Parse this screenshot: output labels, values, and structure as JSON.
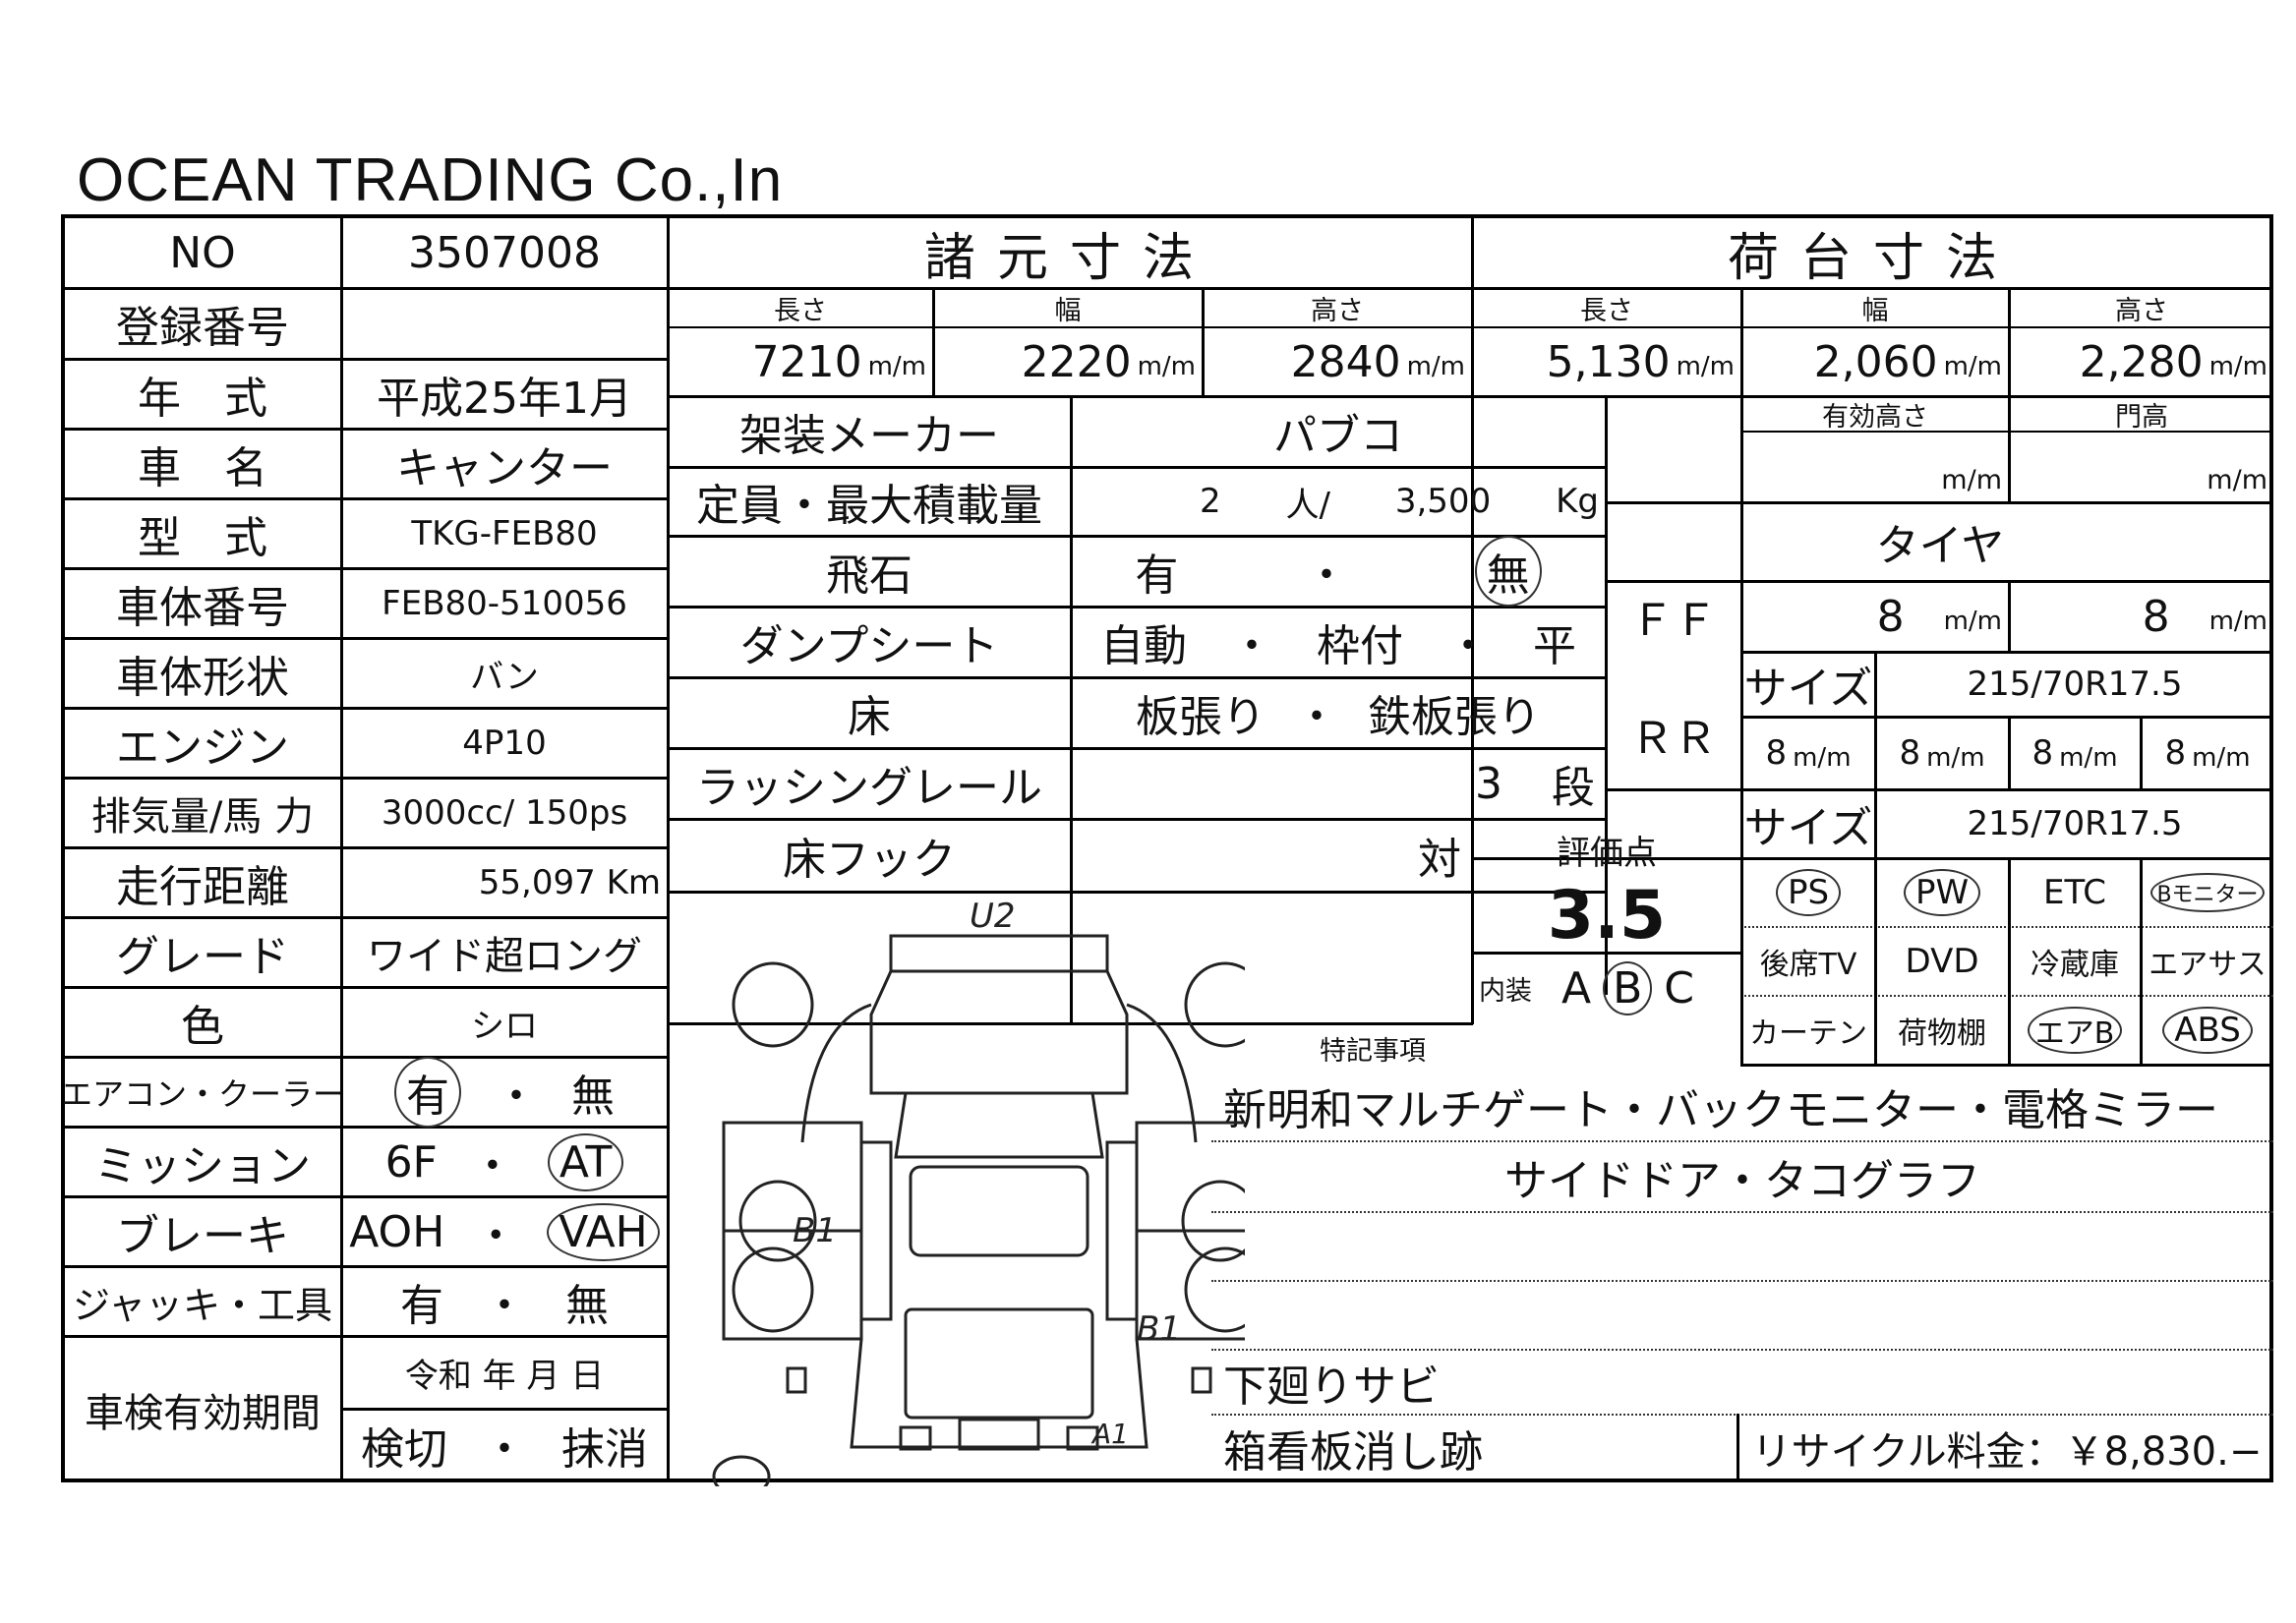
{
  "company": "OCEAN TRADING Co.,In",
  "left": {
    "no_label": "NO",
    "no_value": "3507008",
    "reg_label": "登録番号",
    "reg_value": "",
    "year_label": "年　式",
    "year_value": "平成25年1月",
    "name_label": "車　名",
    "name_value": "キャンター",
    "model_label": "型　式",
    "model_value": "TKG-FEB80",
    "chassis_label": "車体番号",
    "chassis_value": "FEB80-510056",
    "body_label": "車体形状",
    "body_value": "バン",
    "engine_label": "エンジン",
    "engine_value": "4P10",
    "disp_label": "排気量/馬 力",
    "disp_value": "3000cc/ 150ps",
    "mileage_label": "走行距離",
    "mileage_value": "55,097 Km",
    "grade_label": "グレード",
    "grade_value": "ワイド超ロング",
    "color_label": "色",
    "color_value": "シロ",
    "ac_label": "エアコン・クーラー",
    "ac_yes": "有",
    "ac_sep": "・",
    "ac_no": "無",
    "mission_label": "ミッション",
    "mission_6f": "6F",
    "mission_sep": "・",
    "mission_at": "AT",
    "brake_label": "ブレーキ",
    "brake_aoh": "AOH",
    "brake_sep": "・",
    "brake_vah": "VAH",
    "jack_label": "ジャッキ・工具",
    "jack_yes": "有",
    "jack_sep": "・",
    "jack_no": "無",
    "inspection_label": "車検有効期間",
    "inspection_date": "令和 年 月 日",
    "inspection_end": "検切",
    "inspection_sep": "・",
    "inspection_cancel": "抹消"
  },
  "spec": {
    "title": "諸元寸法",
    "length_label": "長さ",
    "width_label": "幅",
    "height_label": "高さ",
    "length": "7210",
    "width": "2220",
    "height": "2840",
    "unit": "m/m"
  },
  "cargo": {
    "title": "荷台寸法",
    "length_label": "長さ",
    "width_label": "幅",
    "height_label": "高さ",
    "length": "5,130",
    "width": "2,060",
    "height": "2,280",
    "unit": "m/m",
    "eff_height_label": "有効高さ",
    "gate_height_label": "門高"
  },
  "body": {
    "maker_label": "架装メーカー",
    "maker_value": "パブコ",
    "cap_label": "定員・最大積載量",
    "cap_persons": "2",
    "cap_person_unit": "人/",
    "cap_load": "3,500",
    "cap_load_unit": "Kg",
    "stone_label": "飛石",
    "stone_yes": "有",
    "stone_sep": "・",
    "stone_no": "無",
    "dump_label": "ダンプシート",
    "dump_value": "自動　・　枠付　・　平",
    "floor_label": "床",
    "floor_plate": "板張り",
    "floor_sep": "・",
    "floor_steel": "鉄板張り",
    "rail_label": "ラッシングレール",
    "rail_count": "3",
    "rail_unit": "段",
    "hook_label": "床フック",
    "hook_value": "対"
  },
  "tire": {
    "title": "タイヤ",
    "ff_label": "ＦＦ",
    "ff_1": "8",
    "ff_2": "8",
    "unit": "m/m",
    "size_label": "サイズ",
    "ff_size": "215/70R17.5",
    "rr_label": "ＲＲ",
    "rr_1": "8",
    "rr_2": "8",
    "rr_3": "8",
    "rr_4": "8",
    "rr_size": "215/70R17.5"
  },
  "rating": {
    "label": "評価点",
    "score": "3.5",
    "interior_label": "内装",
    "interior_a": "A",
    "interior_b": "B",
    "interior_c": "C"
  },
  "options": {
    "ps": "PS",
    "pw": "PW",
    "etc": "ETC",
    "bmonitor": "Bモニター",
    "reartv": "後席TV",
    "dvd": "DVD",
    "fridge": "冷蔵庫",
    "airsus": "エアサス",
    "curtain": "カーテン",
    "shelf": "荷物棚",
    "airbag": "エアB",
    "abs": "ABS"
  },
  "notes": {
    "label": "特記事項",
    "line1": "新明和マルチゲート・バックモニター・電格ミラー",
    "line2": "サイドドア・タコグラフ",
    "line3": "下廻りサビ",
    "line4": "箱看板消し跡",
    "recycle": "リサイクル料金：￥8,830.−"
  },
  "diagram": {
    "mark_u2": "U2",
    "mark_b1_left": "B1",
    "mark_b1_right": "B1",
    "mark_a1": "A1"
  }
}
